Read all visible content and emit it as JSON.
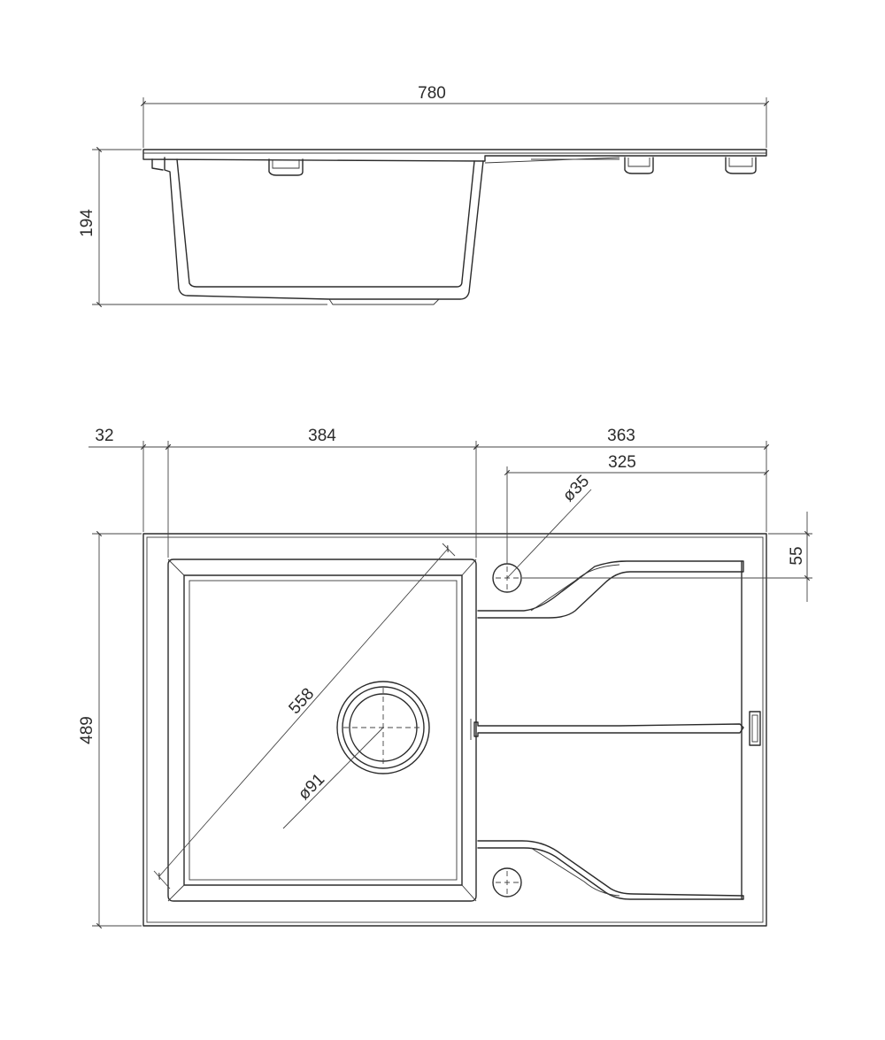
{
  "dimensions": {
    "overall_width": "780",
    "height": "194",
    "left_margin": "32",
    "bowl_width": "384",
    "drainer_width": "363",
    "tap_hole_offset": "325",
    "tap_hole_diameter": "ø35",
    "tap_hole_depth": "55",
    "overall_depth": "489",
    "bowl_diagonal": "558",
    "drain_diameter": "ø91"
  }
}
